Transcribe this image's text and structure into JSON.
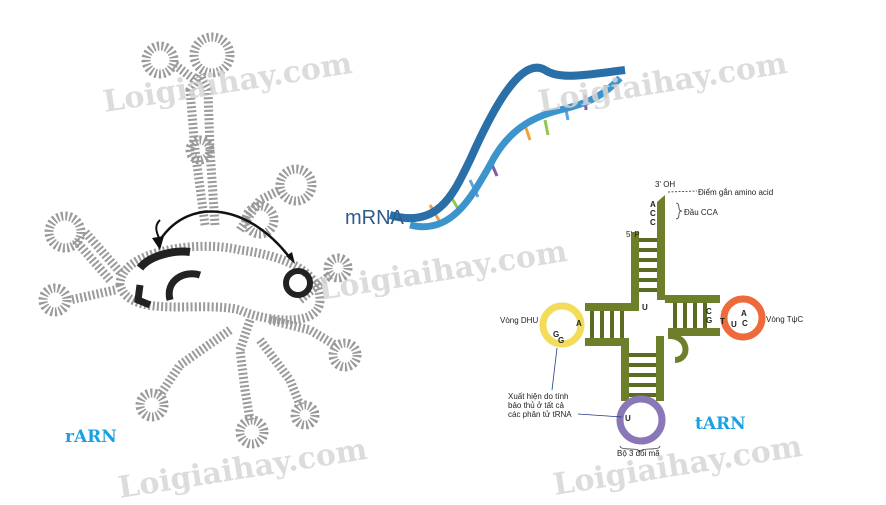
{
  "watermark": "Loigiaihay.com",
  "rarn": {
    "label": "rARN"
  },
  "mrna": {
    "label": "mRNA"
  },
  "tarn": {
    "label": "tARN",
    "three_prime": "3' OH",
    "five_prime": "5' P",
    "amino_site": "Điểm gắn amino acid",
    "cca_end": "Đầu CCA",
    "dhu_loop": "Vòng DHU",
    "tpsic_loop": "Vòng TψC",
    "conserved_note": [
      "Xuất hiện do tính",
      "bảo thủ ở tất cả",
      "các phân tử tRNA"
    ],
    "anticodon": "Bộ 3 đối mã",
    "bases": {
      "a1": "A",
      "c1": "C",
      "c2": "C",
      "u1": "U",
      "dhu_a": "A",
      "dhu_g1": "G",
      "dhu_g2": "G",
      "t_c": "C",
      "t_g": "G",
      "t_a": "A",
      "t_t": "T",
      "t_u": "U",
      "t_c2": "C",
      "anti_u": "U"
    }
  },
  "colors": {
    "stem": "#6d7f2b",
    "dhu": "#f3dc5a",
    "tpsic": "#ee6a3a",
    "anticodon": "#8a77b5",
    "label": "#1ba1e2"
  }
}
